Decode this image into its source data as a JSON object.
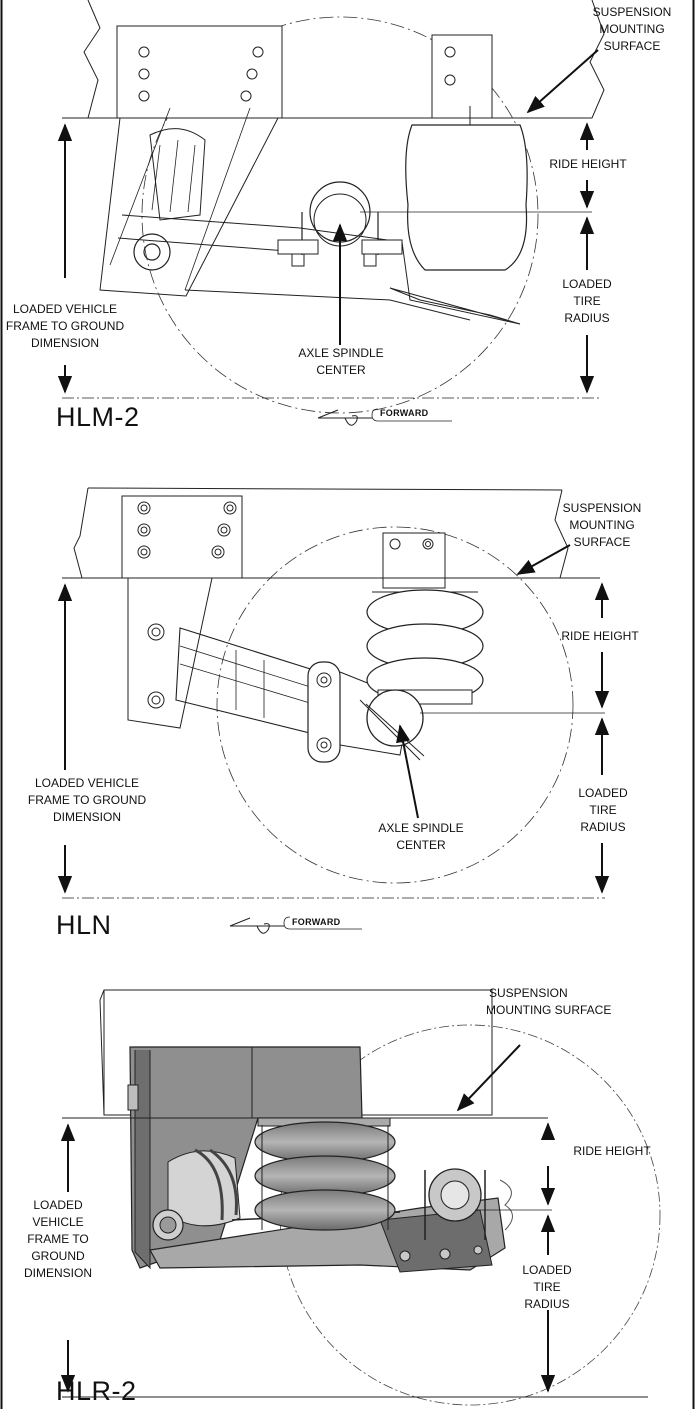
{
  "diagrams": [
    {
      "model": "HLM-2",
      "suspension_mounting_surface": [
        "SUSPENSION",
        "MOUNTING",
        "SURFACE"
      ],
      "ride_height": "RIDE HEIGHT",
      "loaded_tire_radius": [
        "LOADED",
        "TIRE",
        "RADIUS"
      ],
      "loaded_vehicle_frame": [
        "LOADED VEHICLE",
        "FRAME TO GROUND",
        "DIMENSION"
      ],
      "axle_spindle_center": [
        "AXLE SPINDLE",
        "CENTER"
      ],
      "forward": "FORWARD"
    },
    {
      "model": "HLN",
      "suspension_mounting_surface": [
        "SUSPENSION",
        "MOUNTING",
        "SURFACE"
      ],
      "ride_height": "RIDE HEIGHT",
      "loaded_tire_radius": [
        "LOADED",
        "TIRE",
        "RADIUS"
      ],
      "loaded_vehicle_frame": [
        "LOADED VEHICLE",
        "FRAME TO GROUND",
        "DIMENSION"
      ],
      "axle_spindle_center": [
        "AXLE SPINDLE",
        "CENTER"
      ],
      "forward": "FORWARD"
    },
    {
      "model": "HLR-2",
      "suspension_mounting_surface": [
        "SUSPENSION",
        "MOUNTING SURFACE"
      ],
      "ride_height": "RIDE HEIGHT",
      "loaded_tire_radius": [
        "LOADED",
        "TIRE",
        "RADIUS"
      ],
      "loaded_vehicle_frame": [
        "LOADED",
        "VEHICLE",
        "FRAME TO",
        "GROUND",
        "DIMENSION"
      ]
    }
  ]
}
